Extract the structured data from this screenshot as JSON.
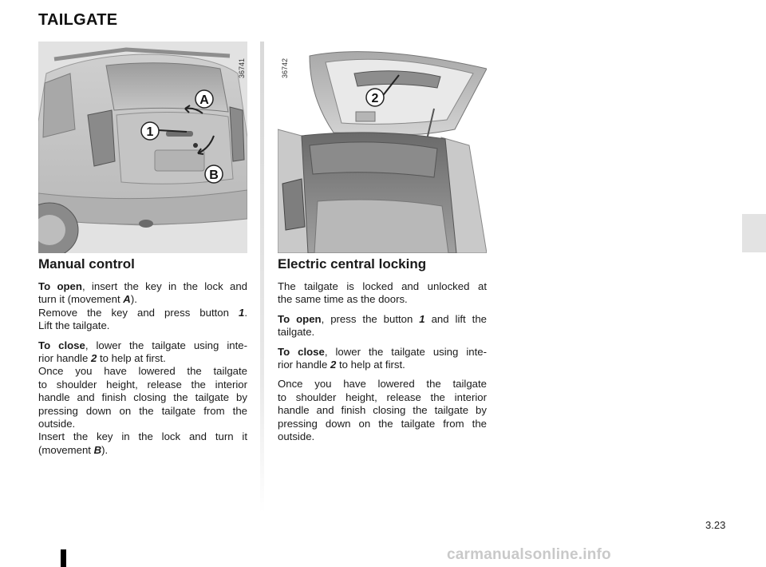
{
  "page": {
    "title": "TAILGATE",
    "page_number": "3.23",
    "watermark": "carmanualsonline.info"
  },
  "figures": [
    {
      "ref": "36741",
      "callouts": {
        "a": "A",
        "b": "B",
        "one": "1"
      }
    },
    {
      "ref": "36742",
      "callouts": {
        "two": "2"
      }
    }
  ],
  "manual_control": {
    "heading": "Manual control",
    "p1": {
      "open_label": "To open",
      "l1": ", insert the key in the lock and",
      "l2a": "turn it (movement ",
      "l2b": "A",
      "l2c": ").",
      "l3a": "Remove the key and press button ",
      "l3b": "1",
      "l3c": ".",
      "l4": "Lift the tailgate."
    },
    "p2": {
      "close_label": "To close",
      "l1": ", lower the tailgate using inte-",
      "l2a": "rior handle ",
      "l2b": "2",
      "l2c": " to help at first.",
      "l3": "Once you have lowered the tailgate",
      "l4": "to shoulder height, release the interior",
      "l5": "handle and finish closing the tailgate by",
      "l6": "pressing down on the tailgate from the",
      "l7": "outside.",
      "l8": "Insert the key in the lock and turn it",
      "l9a": "(movement ",
      "l9b": "B",
      "l9c": ")."
    }
  },
  "electric_locking": {
    "heading": "Electric central locking",
    "p1": {
      "l1": "The tailgate is locked and unlocked at",
      "l2": "the same time as the doors."
    },
    "p2": {
      "open_label": "To open",
      "l1a": ", press the button ",
      "l1b": "1",
      "l1c": " and lift the",
      "l2": "tailgate."
    },
    "p3": {
      "close_label": "To close",
      "l1": ", lower the tailgate using inte-",
      "l2a": "rior handle ",
      "l2b": "2",
      "l2c": " to help at first."
    },
    "p4": {
      "l1": "Once you have lowered the tailgate",
      "l2": "to shoulder height, release the interior",
      "l3": "handle and finish closing the tailgate by",
      "l4": "pressing down on the tailgate from the",
      "l5": "outside."
    }
  }
}
